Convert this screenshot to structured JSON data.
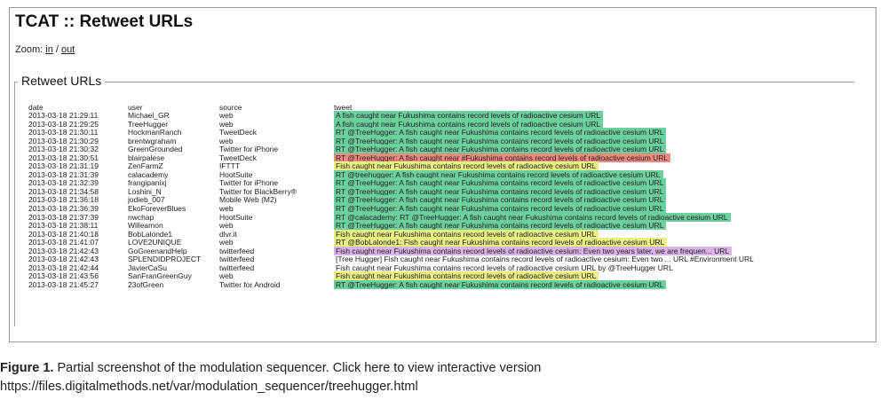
{
  "app": {
    "title": "TCAT :: Retweet URLs",
    "zoom_label": "Zoom:",
    "zoom_in": "in",
    "zoom_sep": "/",
    "zoom_out": "out"
  },
  "section": {
    "legend": "Retweet URLs"
  },
  "table": {
    "columns": [
      "date",
      "user",
      "source",
      "tweet"
    ],
    "rows": [
      {
        "date": "2013-03-18 21:29:11",
        "user": "Michael_GR",
        "source": "web",
        "tweet": "A fish caught near Fukushima contains record levels of radioactive cesium URL",
        "color": "#6ccf9e"
      },
      {
        "date": "2013-03-18 21:29:25",
        "user": "TreeHugger",
        "source": "web",
        "tweet": "A fish caught near Fukushima contains record levels of radioactive cesium URL",
        "color": "#6ccf9e"
      },
      {
        "date": "2013-03-18 21:30:11",
        "user": "HockmanRanch",
        "source": "TweetDeck",
        "tweet": "RT @TreeHugger: A fish caught near Fukushima contains record levels of radioactive cesium URL",
        "color": "#6ccf9e"
      },
      {
        "date": "2013-03-18 21:30:29",
        "user": "brentwgraham",
        "source": "web",
        "tweet": "RT @TreeHugger: A fish caught near Fukushima contains record levels of radioactive cesium URL",
        "color": "#6ccf9e"
      },
      {
        "date": "2013-03-18 21:30:32",
        "user": "GreenGrounded",
        "source": "Twitter for iPhone",
        "tweet": "RT @TreeHugger: A fish caught near Fukushima contains record levels of radioactive cesium URL",
        "color": "#6ccf9e"
      },
      {
        "date": "2013-03-18 21:30:51",
        "user": "blairpalese",
        "source": "TweetDeck",
        "tweet": "RT @TreeHugger: A fish caught near #Fukushima contains record levels of radioactive cesium URL",
        "color": "#f08a7e"
      },
      {
        "date": "2013-03-18 21:31:19",
        "user": "ZenFarmZ",
        "source": "IFTTT",
        "tweet": "Fish caught near Fukushima contains record levels of radioactive cesium URL",
        "color": "#e9ef82"
      },
      {
        "date": "2013-03-18 21:31:39",
        "user": "calacademy",
        "source": "HootSuite",
        "tweet": "RT @treehugger: A fish caught near Fukushima contains record levels of radioactive cesium URL",
        "color": "#6ccf9e"
      },
      {
        "date": "2013-03-18 21:32:39",
        "user": "frangipanixj",
        "source": "Twitter for iPhone",
        "tweet": "RT @TreeHugger: A fish caught near Fukushima contains record levels of radioactive cesium URL",
        "color": "#6ccf9e"
      },
      {
        "date": "2013-03-18 21:34:58",
        "user": "Loshini_N",
        "source": "Twitter for BlackBerry®",
        "tweet": "RT @TreeHugger: A fish caught near Fukushima contains record levels of radioactive cesium URL",
        "color": "#6ccf9e"
      },
      {
        "date": "2013-03-18 21:36:18",
        "user": "jodieb_007",
        "source": "Mobile Web (M2)",
        "tweet": "RT @TreeHugger: A fish caught near Fukushima contains record levels of radioactive cesium URL",
        "color": "#6ccf9e"
      },
      {
        "date": "2013-03-18 21:36:39",
        "user": "EkoForeverBlues",
        "source": "web",
        "tweet": "RT @TreeHugger: A fish caught near Fukushima contains record levels of radioactive cesium URL",
        "color": "#6ccf9e"
      },
      {
        "date": "2013-03-18 21:37:39",
        "user": "nwchap",
        "source": "HootSuite",
        "tweet": "RT @calacademy: RT @TreeHugger: A fish caught near Fukushima contains record levels of radioactive cesium URL",
        "color": "#6ccf9e"
      },
      {
        "date": "2013-03-18 21:38:11",
        "user": "Willeamon",
        "source": "web",
        "tweet": "RT @TreeHugger: A fish caught near Fukushima contains record levels of radioactive cesium URL",
        "color": "#6ccf9e"
      },
      {
        "date": "2013-03-18 21:40:18",
        "user": "BobLalonde1",
        "source": "dlvr.it",
        "tweet": "Fish caught near Fukushima contains record levels of radioactive cesium URL",
        "color": "#e9ef82"
      },
      {
        "date": "2013-03-18 21:41:07",
        "user": "LOVE2UNIQUE",
        "source": "web",
        "tweet": "RT @BobLalonde1: Fish caught near Fukushima contains record levels of radioactive cesium URL",
        "color": "#e9ef82"
      },
      {
        "date": "2013-03-18 21:42:43",
        "user": "GoGreenandHelp",
        "source": "twitterfeed",
        "tweet": "Fish caught near Fukushima contains record levels of radioactive cesium: Even two years later, we are frequen... URL",
        "color": "#d9b3e6"
      },
      {
        "date": "2013-03-18 21:42:43",
        "user": "SPLENDIDPROJECT",
        "source": "twitterfeed",
        "tweet": "[Tree Hugger] Fish caught near Fukushima contains record levels of radioactive cesium: Even two ... URL #Environment URL",
        "color": ""
      },
      {
        "date": "2013-03-18 21:42:44",
        "user": "JavierCaSu",
        "source": "twitterfeed",
        "tweet": "Fish caught near Fukushima contains record levels of radioactive cesium URL by @TreeHugger URL",
        "color": ""
      },
      {
        "date": "2013-03-18 21:43:56",
        "user": "SanFranGreenGuy",
        "source": "web",
        "tweet": "Fish caught near Fukushima contains record levels of radioactive cesium URL",
        "color": "#e9ef82"
      },
      {
        "date": "2013-03-18 21:45:27",
        "user": "23ofGreen",
        "source": "Twitter for Android",
        "tweet": "RT @TreeHugger: A fish caught near Fukushima contains record levels of radioactive cesium URL",
        "color": "#6ccf9e"
      }
    ]
  },
  "caption": {
    "figure_label": "Figure 1.",
    "text": "Partial screenshot of the modulation sequencer. Click here to view interactive version https://files.digitalmethods.net/var/modulation_sequencer/treehugger.html"
  }
}
